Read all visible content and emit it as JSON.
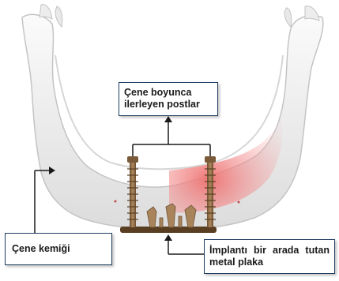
{
  "labels": {
    "posts": {
      "line1": "Çene boyunca",
      "line2": "ilerleyen postlar"
    },
    "jaw_bone": "Çene kemiği",
    "plate": {
      "line1_words": [
        "İmplantı",
        "bir",
        "arada",
        "tutan"
      ],
      "line2": "metal plaka"
    }
  },
  "colors": {
    "bone_light": "#f4f4f4",
    "bone_shadow": "#c9c9c9",
    "gum_pink": "#f07f7f",
    "implant_bronze": "#8a6a44",
    "plate_brown": "#5a3e22",
    "pointer": "#1a1a1a",
    "box_border": "#1f3f63"
  }
}
